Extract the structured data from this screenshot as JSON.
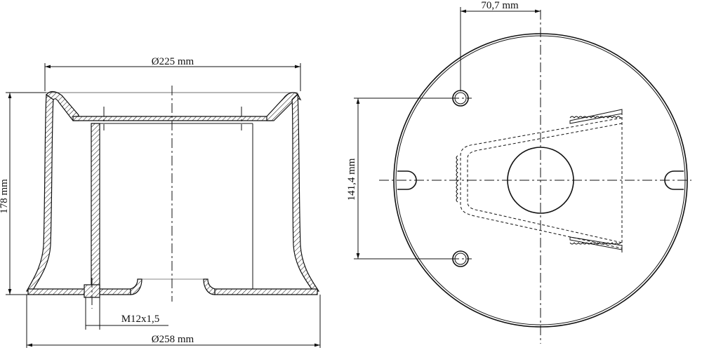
{
  "dimensions": {
    "top_diameter": "Ø225 mm",
    "height": "178 mm",
    "thread": "M12x1,5",
    "bottom_diameter": "Ø258 mm",
    "hole_offset": "70,7 mm",
    "hole_spacing": "141,4 mm"
  }
}
